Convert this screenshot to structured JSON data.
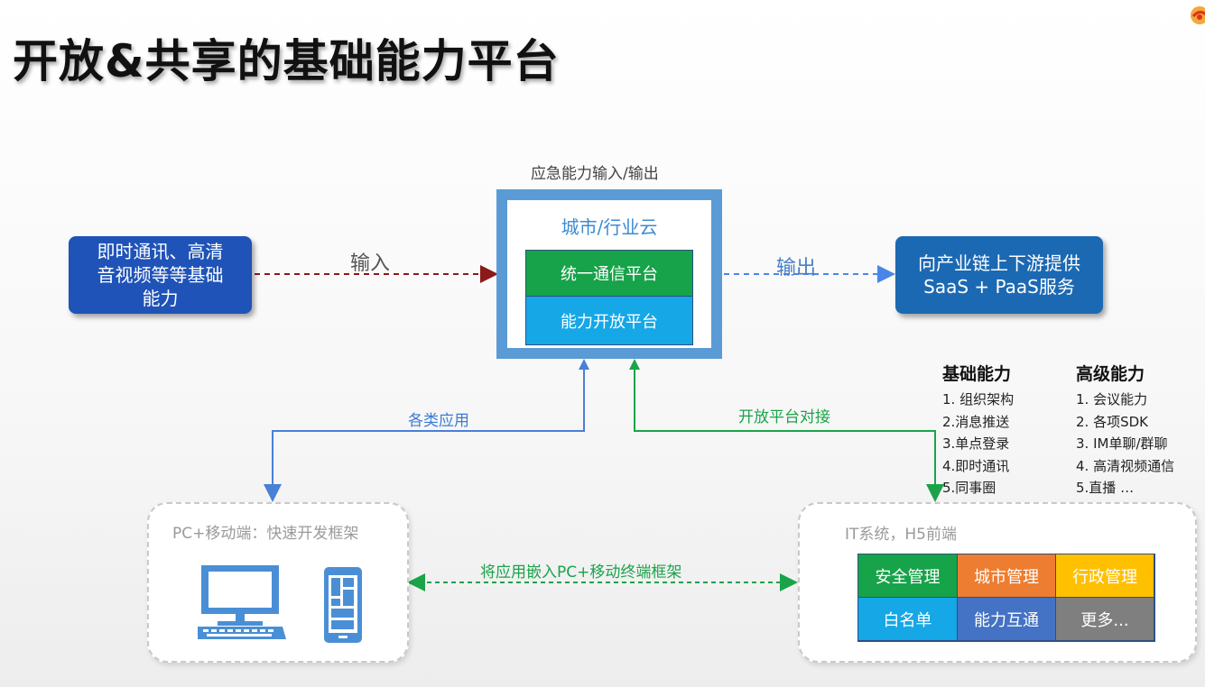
{
  "title": "开放&共享的基础能力平台",
  "top_label": "应急能力输入/输出",
  "input_box": {
    "line1": "即时通讯、高清",
    "line2": "音视频等等基础",
    "line3": "能力"
  },
  "input_arrow_label": "输入",
  "output_arrow_label": "输出",
  "output_box": {
    "line1": "向产业链上下游提供",
    "line2": "SaaS + PaaS服务"
  },
  "cloud": {
    "title": "城市/行业云",
    "platform1": "统一通信平台",
    "platform2": "能力开放平台"
  },
  "left_link_label": "各类应用",
  "right_link_label": "开放平台对接",
  "basic": {
    "heading": "基础能力",
    "items": [
      "1. 组织架构",
      "2.消息推送",
      "3.单点登录",
      "4.即时通讯",
      "5.同事圈"
    ]
  },
  "advanced": {
    "heading": "高级能力",
    "items": [
      "1. 会议能力",
      "2. 各项SDK",
      "3. IM单聊/群聊",
      "4. 高清视频通信",
      "5.直播 …"
    ]
  },
  "pc_box": {
    "title": "PC+移动端：快速开发框架"
  },
  "embed_label": "将应用嵌入PC+移动终端框架",
  "it_box": {
    "title": "IT系统，H5前端",
    "cells": [
      {
        "label": "安全管理",
        "color": "#17a349"
      },
      {
        "label": "城市管理",
        "color": "#ed7d31"
      },
      {
        "label": "行政管理",
        "color": "#ffc000"
      },
      {
        "label": "白名单",
        "color": "#16a7e6"
      },
      {
        "label": "能力互通",
        "color": "#4472c4"
      },
      {
        "label": "更多...",
        "color": "#7f7f7f"
      }
    ]
  },
  "colors": {
    "input_arrow": "#8b1a1a",
    "output_arrow": "#4a86e8",
    "left_link": "#4a7fd6",
    "right_link": "#1aa34a",
    "embed_link": "#1aa34a"
  }
}
